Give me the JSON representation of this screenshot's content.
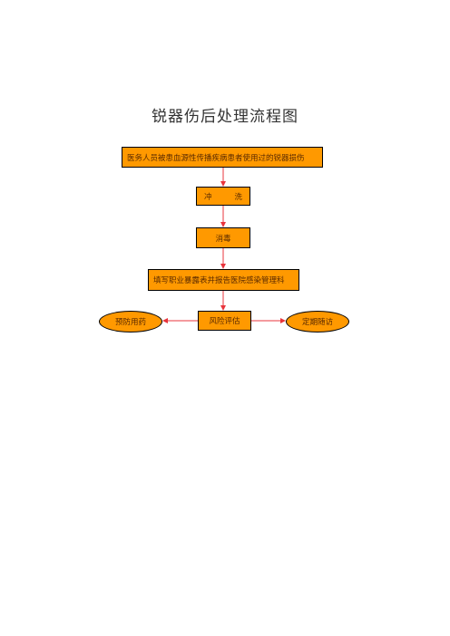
{
  "title": "锐器伤后处理流程图",
  "nodes": {
    "exposure": "医务人员被患血源性传播疾病患者使用过的锐器损伤",
    "rinse_a": "冲",
    "rinse_b": "洗",
    "disinfect": "消毒",
    "report": "填写职业暴露表并报告医院感染管理科",
    "risk": "风险评估",
    "prevent": "预防用药",
    "followup": "定期随访"
  },
  "colors": {
    "node_fill": "#ff9900",
    "node_border": "#000000",
    "arrow": "#e8343c"
  }
}
